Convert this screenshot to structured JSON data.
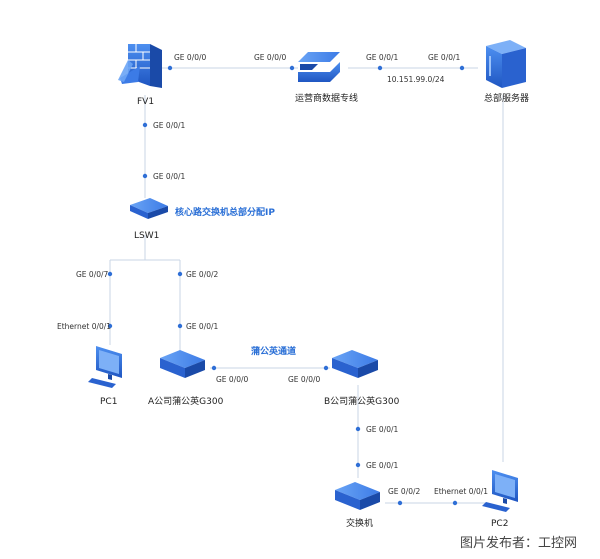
{
  "colors": {
    "device_blue": "#2f6fd6",
    "device_dark": "#1e4fb0",
    "link": "#c9d6e6",
    "accent_text": "#2a6fd6"
  },
  "nodes": {
    "fv1": {
      "label": "FV1",
      "icon": "firewall-icon"
    },
    "carrier": {
      "label": "运营商数据专线",
      "icon": "carrier-link-icon"
    },
    "hq_server": {
      "label": "总部服务器",
      "icon": "server-icon"
    },
    "lsw1": {
      "label": "LSW1",
      "icon": "switch-icon",
      "note": "核心路交换机总部分配IP"
    },
    "pc1": {
      "label": "PC1",
      "icon": "pc-icon"
    },
    "a_g300": {
      "label": "A公司蒲公英G300",
      "icon": "router-icon"
    },
    "b_g300": {
      "label": "B公司蒲公英G300",
      "icon": "router-icon"
    },
    "switch": {
      "label": "交换机",
      "icon": "switch-icon"
    },
    "pc2": {
      "label": "PC2",
      "icon": "pc-icon"
    }
  },
  "ports": {
    "fv1_to_carrier": "GE 0/0/0",
    "carrier_to_fv1": "GE 0/0/0",
    "carrier_to_server": "GE 0/0/1",
    "server_to_carrier": "GE 0/0/1",
    "subnet": "10.151.99.0/24",
    "fv1_down": "GE 0/0/1",
    "lsw1_up": "GE 0/0/1",
    "lsw1_to_pc1": "GE 0/0/7",
    "lsw1_to_a": "GE 0/0/2",
    "pc1_up": "Ethernet 0/0/1",
    "a_up": "GE 0/0/1",
    "a_to_b": "GE 0/0/0",
    "b_to_a": "GE 0/0/0",
    "b_down": "GE 0/0/1",
    "switch_up": "GE 0/0/1",
    "switch_to_pc2": "GE 0/0/2",
    "pc2_port": "Ethernet 0/0/1"
  },
  "tunnel_label": "蒲公英通道",
  "watermark": "图片发布者：工控网"
}
